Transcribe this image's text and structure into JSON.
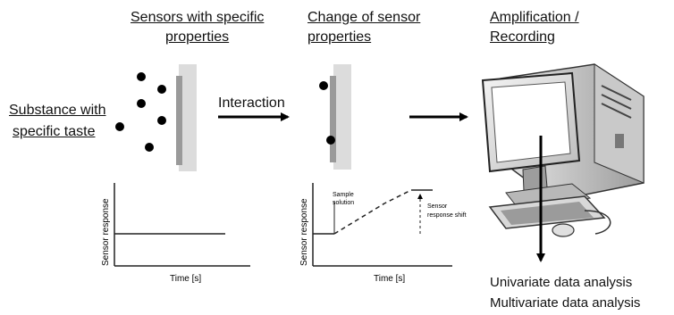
{
  "headings": {
    "sensors_line1": "Sensors with specific",
    "sensors_line2": "properties",
    "change_line1": "Change of sensor",
    "change_line2": "properties",
    "amplification_line1": "Amplification /",
    "amplification_line2": "Recording"
  },
  "substance": {
    "line1": "Substance with",
    "line2": "specific taste"
  },
  "interaction_label": "Interaction",
  "graph_left": {
    "ylabel": "Sensor response",
    "xlabel": "Time [s]"
  },
  "graph_right": {
    "ylabel": "Sensor response",
    "xlabel": "Time [s]",
    "annotation_sample_line1": "Sample",
    "annotation_sample_line2": "solution",
    "annotation_shift_line1": "Sensor",
    "annotation_shift_line2": "response shift"
  },
  "analysis": {
    "univariate": "Univariate data analysis",
    "multivariate": "Multivariate data analysis"
  },
  "colors": {
    "sensor_membrane": "#dcdcdc",
    "sensor_strip": "#9a9a9a",
    "particle": "#000000"
  }
}
